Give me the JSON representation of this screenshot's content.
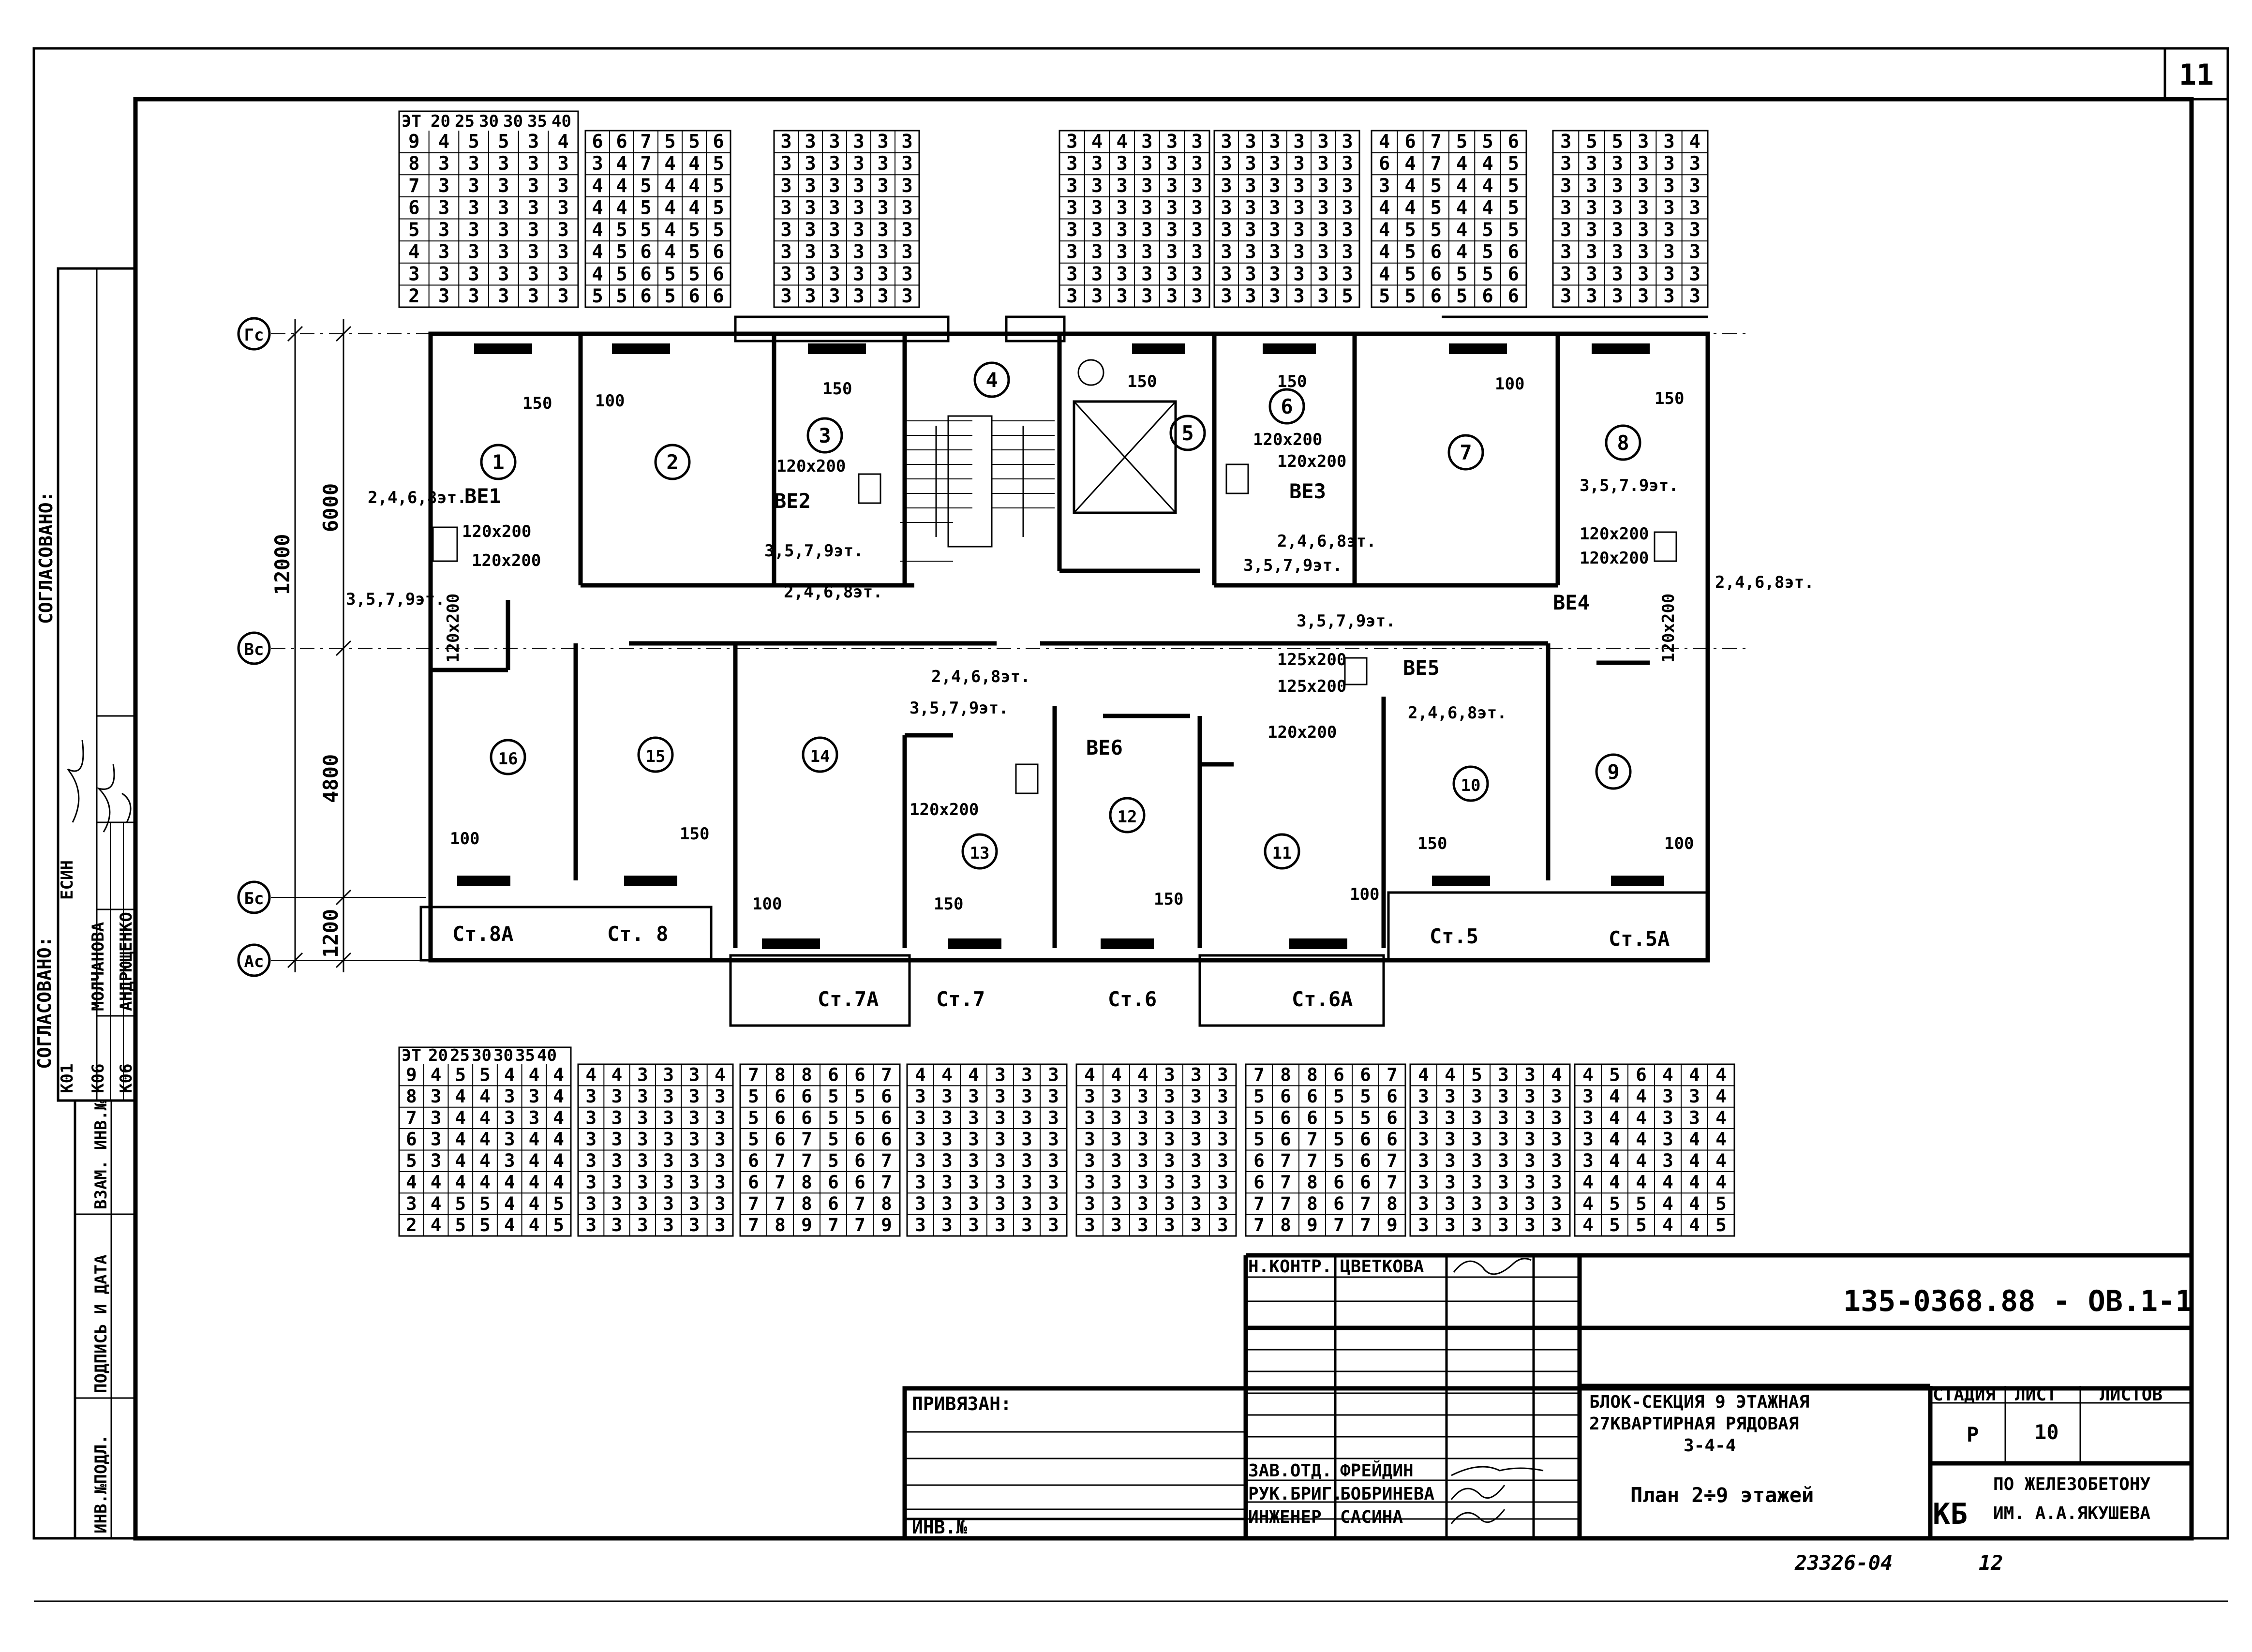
{
  "sheet_number": "11",
  "left_stamp": {
    "heading_1": "СОГЛАСОВАНО:",
    "heading_2": "СОГЛАСОВАНО:",
    "rows": [
      {
        "code": "К01",
        "name": "ЕСИН"
      },
      {
        "code": "К06",
        "name": "МОЛЧАНОВА"
      },
      {
        "code": "К06",
        "name": "АНДРЮЩЕНКО"
      }
    ],
    "fields": [
      "ВЗАМ. ИНВ.№",
      "ПОДПИСЬ И ДАТА",
      "ИНВ.№ПОДЛ."
    ]
  },
  "axes": {
    "labels": [
      "Гс",
      "Вс",
      "Бс",
      "Ас"
    ],
    "dims_outer": "12000",
    "dims_inner": [
      "6000",
      "4800",
      "1200"
    ]
  },
  "rooms": [
    "1",
    "2",
    "3",
    "4",
    "5",
    "6",
    "7",
    "8",
    "9",
    "10",
    "11",
    "12",
    "13",
    "14",
    "15",
    "16"
  ],
  "risers": {
    "top_dims": [
      "150",
      "100",
      "150",
      "150",
      "150",
      "100",
      "150"
    ],
    "bottom_dims": [
      "100",
      "150",
      "100",
      "150",
      "150",
      "100",
      "150",
      "100"
    ],
    "stoyaks": [
      "Ст.8А",
      "Ст. 8",
      "Ст.7А",
      "Ст.7",
      "Ст.6",
      "Ст.6А",
      "Ст.5",
      "Ст.5А"
    ]
  },
  "ventilation": {
    "units": [
      "ВЕ1",
      "ВЕ2",
      "ВЕ3",
      "ВЕ4",
      "ВЕ5",
      "ВЕ6"
    ],
    "floors_even": "2,4,6,8эт.",
    "floors_odd": "3,5,7,9эт.",
    "floors_odd_alt": "3,5,7.9эт.",
    "duct_size": "120х200",
    "duct_size_alt": "125х200"
  },
  "floor_tables": {
    "header": [
      "ЭТ",
      "20",
      "25",
      "30",
      "30",
      "35",
      "40"
    ],
    "top": [
      [
        [
          "9",
          "4",
          "5",
          "5",
          "3",
          "4"
        ],
        [
          "8",
          "3",
          "3",
          "3",
          "3",
          "3"
        ],
        [
          "7",
          "3",
          "3",
          "3",
          "3",
          "3"
        ],
        [
          "6",
          "3",
          "3",
          "3",
          "3",
          "3"
        ],
        [
          "5",
          "3",
          "3",
          "3",
          "3",
          "3"
        ],
        [
          "4",
          "3",
          "3",
          "3",
          "3",
          "3"
        ],
        [
          "3",
          "3",
          "3",
          "3",
          "3",
          "3"
        ],
        [
          "2",
          "3",
          "3",
          "3",
          "3",
          "3"
        ]
      ],
      [
        [
          "6",
          "6",
          "7",
          "5",
          "5",
          "6"
        ],
        [
          "3",
          "4",
          "7",
          "4",
          "4",
          "5"
        ],
        [
          "4",
          "4",
          "5",
          "4",
          "4",
          "5"
        ],
        [
          "4",
          "4",
          "5",
          "4",
          "4",
          "5"
        ],
        [
          "4",
          "5",
          "5",
          "4",
          "5",
          "5"
        ],
        [
          "4",
          "5",
          "6",
          "4",
          "5",
          "6"
        ],
        [
          "4",
          "5",
          "6",
          "5",
          "5",
          "6"
        ],
        [
          "5",
          "5",
          "6",
          "5",
          "6",
          "6"
        ]
      ],
      [
        [
          "3",
          "3",
          "3",
          "3",
          "3",
          "3"
        ],
        [
          "3",
          "3",
          "3",
          "3",
          "3",
          "3"
        ],
        [
          "3",
          "3",
          "3",
          "3",
          "3",
          "3"
        ],
        [
          "3",
          "3",
          "3",
          "3",
          "3",
          "3"
        ],
        [
          "3",
          "3",
          "3",
          "3",
          "3",
          "3"
        ],
        [
          "3",
          "3",
          "3",
          "3",
          "3",
          "3"
        ],
        [
          "3",
          "3",
          "3",
          "3",
          "3",
          "3"
        ],
        [
          "3",
          "3",
          "3",
          "3",
          "3",
          "3"
        ]
      ],
      [
        [
          "3",
          "4",
          "4",
          "3",
          "3",
          "3"
        ],
        [
          "3",
          "3",
          "3",
          "3",
          "3",
          "3"
        ],
        [
          "3",
          "3",
          "3",
          "3",
          "3",
          "3"
        ],
        [
          "3",
          "3",
          "3",
          "3",
          "3",
          "3"
        ],
        [
          "3",
          "3",
          "3",
          "3",
          "3",
          "3"
        ],
        [
          "3",
          "3",
          "3",
          "3",
          "3",
          "3"
        ],
        [
          "3",
          "3",
          "3",
          "3",
          "3",
          "3"
        ],
        [
          "3",
          "3",
          "3",
          "3",
          "3",
          "3"
        ]
      ],
      [
        [
          "3",
          "3",
          "3",
          "3",
          "3",
          "3"
        ],
        [
          "3",
          "3",
          "3",
          "3",
          "3",
          "3"
        ],
        [
          "3",
          "3",
          "3",
          "3",
          "3",
          "3"
        ],
        [
          "3",
          "3",
          "3",
          "3",
          "3",
          "3"
        ],
        [
          "3",
          "3",
          "3",
          "3",
          "3",
          "3"
        ],
        [
          "3",
          "3",
          "3",
          "3",
          "3",
          "3"
        ],
        [
          "3",
          "3",
          "3",
          "3",
          "3",
          "3"
        ],
        [
          "3",
          "3",
          "3",
          "3",
          "3",
          "5"
        ]
      ],
      [
        [
          "4",
          "6",
          "7",
          "5",
          "5",
          "6"
        ],
        [
          "6",
          "4",
          "7",
          "4",
          "4",
          "5"
        ],
        [
          "3",
          "4",
          "5",
          "4",
          "4",
          "5"
        ],
        [
          "4",
          "4",
          "5",
          "4",
          "4",
          "5"
        ],
        [
          "4",
          "5",
          "5",
          "4",
          "5",
          "5"
        ],
        [
          "4",
          "5",
          "6",
          "4",
          "5",
          "6"
        ],
        [
          "4",
          "5",
          "6",
          "5",
          "5",
          "6"
        ],
        [
          "5",
          "5",
          "6",
          "5",
          "6",
          "6"
        ]
      ],
      [
        [
          "3",
          "5",
          "5",
          "3",
          "3",
          "4"
        ],
        [
          "3",
          "3",
          "3",
          "3",
          "3",
          "3"
        ],
        [
          "3",
          "3",
          "3",
          "3",
          "3",
          "3"
        ],
        [
          "3",
          "3",
          "3",
          "3",
          "3",
          "3"
        ],
        [
          "3",
          "3",
          "3",
          "3",
          "3",
          "3"
        ],
        [
          "3",
          "3",
          "3",
          "3",
          "3",
          "3"
        ],
        [
          "3",
          "3",
          "3",
          "3",
          "3",
          "3"
        ],
        [
          "3",
          "3",
          "3",
          "3",
          "3",
          "3"
        ]
      ]
    ],
    "bottom": [
      [
        [
          "9",
          "4",
          "5",
          "5",
          "4",
          "4",
          "4"
        ],
        [
          "8",
          "3",
          "4",
          "4",
          "3",
          "3",
          "4"
        ],
        [
          "7",
          "3",
          "4",
          "4",
          "3",
          "3",
          "4"
        ],
        [
          "6",
          "3",
          "4",
          "4",
          "3",
          "4",
          "4"
        ],
        [
          "5",
          "3",
          "4",
          "4",
          "3",
          "4",
          "4"
        ],
        [
          "4",
          "4",
          "4",
          "4",
          "4",
          "4",
          "4"
        ],
        [
          "3",
          "4",
          "5",
          "5",
          "4",
          "4",
          "5"
        ],
        [
          "2",
          "4",
          "5",
          "5",
          "4",
          "4",
          "5"
        ]
      ],
      [
        [
          "4",
          "4",
          "3",
          "3",
          "3",
          "4"
        ],
        [
          "3",
          "3",
          "3",
          "3",
          "3",
          "3"
        ],
        [
          "3",
          "3",
          "3",
          "3",
          "3",
          "3"
        ],
        [
          "3",
          "3",
          "3",
          "3",
          "3",
          "3"
        ],
        [
          "3",
          "3",
          "3",
          "3",
          "3",
          "3"
        ],
        [
          "3",
          "3",
          "3",
          "3",
          "3",
          "3"
        ],
        [
          "3",
          "3",
          "3",
          "3",
          "3",
          "3"
        ],
        [
          "3",
          "3",
          "3",
          "3",
          "3",
          "3"
        ]
      ],
      [
        [
          "7",
          "8",
          "8",
          "6",
          "6",
          "7"
        ],
        [
          "5",
          "6",
          "6",
          "5",
          "5",
          "6"
        ],
        [
          "5",
          "6",
          "6",
          "5",
          "5",
          "6"
        ],
        [
          "5",
          "6",
          "7",
          "5",
          "6",
          "6"
        ],
        [
          "6",
          "7",
          "7",
          "5",
          "6",
          "7"
        ],
        [
          "6",
          "7",
          "8",
          "6",
          "6",
          "7"
        ],
        [
          "7",
          "7",
          "8",
          "6",
          "7",
          "8"
        ],
        [
          "7",
          "8",
          "9",
          "7",
          "7",
          "9"
        ]
      ],
      [
        [
          "4",
          "4",
          "4",
          "3",
          "3",
          "3"
        ],
        [
          "3",
          "3",
          "3",
          "3",
          "3",
          "3"
        ],
        [
          "3",
          "3",
          "3",
          "3",
          "3",
          "3"
        ],
        [
          "3",
          "3",
          "3",
          "3",
          "3",
          "3"
        ],
        [
          "3",
          "3",
          "3",
          "3",
          "3",
          "3"
        ],
        [
          "3",
          "3",
          "3",
          "3",
          "3",
          "3"
        ],
        [
          "3",
          "3",
          "3",
          "3",
          "3",
          "3"
        ],
        [
          "3",
          "3",
          "3",
          "3",
          "3",
          "3"
        ]
      ],
      [
        [
          "4",
          "4",
          "4",
          "3",
          "3",
          "3"
        ],
        [
          "3",
          "3",
          "3",
          "3",
          "3",
          "3"
        ],
        [
          "3",
          "3",
          "3",
          "3",
          "3",
          "3"
        ],
        [
          "3",
          "3",
          "3",
          "3",
          "3",
          "3"
        ],
        [
          "3",
          "3",
          "3",
          "3",
          "3",
          "3"
        ],
        [
          "3",
          "3",
          "3",
          "3",
          "3",
          "3"
        ],
        [
          "3",
          "3",
          "3",
          "3",
          "3",
          "3"
        ],
        [
          "3",
          "3",
          "3",
          "3",
          "3",
          "3"
        ]
      ],
      [
        [
          "7",
          "8",
          "8",
          "6",
          "6",
          "7"
        ],
        [
          "5",
          "6",
          "6",
          "5",
          "5",
          "6"
        ],
        [
          "5",
          "6",
          "6",
          "5",
          "5",
          "6"
        ],
        [
          "5",
          "6",
          "7",
          "5",
          "6",
          "6"
        ],
        [
          "6",
          "7",
          "7",
          "5",
          "6",
          "7"
        ],
        [
          "6",
          "7",
          "8",
          "6",
          "6",
          "7"
        ],
        [
          "7",
          "7",
          "8",
          "6",
          "7",
          "8"
        ],
        [
          "7",
          "8",
          "9",
          "7",
          "7",
          "9"
        ]
      ],
      [
        [
          "4",
          "4",
          "5",
          "3",
          "3",
          "4"
        ],
        [
          "3",
          "3",
          "3",
          "3",
          "3",
          "3"
        ],
        [
          "3",
          "3",
          "3",
          "3",
          "3",
          "3"
        ],
        [
          "3",
          "3",
          "3",
          "3",
          "3",
          "3"
        ],
        [
          "3",
          "3",
          "3",
          "3",
          "3",
          "3"
        ],
        [
          "3",
          "3",
          "3",
          "3",
          "3",
          "3"
        ],
        [
          "3",
          "3",
          "3",
          "3",
          "3",
          "3"
        ],
        [
          "3",
          "3",
          "3",
          "3",
          "3",
          "3"
        ]
      ],
      [
        [
          "4",
          "5",
          "6",
          "4",
          "4",
          "4"
        ],
        [
          "3",
          "4",
          "4",
          "3",
          "3",
          "4"
        ],
        [
          "3",
          "4",
          "4",
          "3",
          "3",
          "4"
        ],
        [
          "3",
          "4",
          "4",
          "3",
          "4",
          "4"
        ],
        [
          "3",
          "4",
          "4",
          "3",
          "4",
          "4"
        ],
        [
          "4",
          "4",
          "4",
          "4",
          "4",
          "4"
        ],
        [
          "4",
          "5",
          "5",
          "4",
          "4",
          "5"
        ],
        [
          "4",
          "5",
          "5",
          "4",
          "4",
          "5"
        ]
      ]
    ]
  },
  "title_block": {
    "doc_code": "135-0368.88 - ОВ.1-1",
    "privyazan": "ПРИВЯЗАН:",
    "inv_no": "ИНВ.№",
    "n_kontr_role": "Н.КОНТР.",
    "n_kontr_name": "ЦВЕТКОВА",
    "roles": [
      {
        "role": "ЗАВ.ОТД.",
        "name": "ФРЕЙДИН"
      },
      {
        "role": "РУК.БРИГ.",
        "name": "БОБРИНЕВА"
      },
      {
        "role": "ИНЖЕНЕР",
        "name": "САСИНА"
      }
    ],
    "object_line1": "БЛОК-СЕКЦИЯ 9 ЭТАЖНАЯ",
    "object_line2": "27КВАРТИРНАЯ РЯДОВАЯ",
    "object_line3": "3-4-4",
    "sheet_title": "План 2÷9 этажей",
    "stage_label": "СТАДИЯ",
    "sheet_label": "ЛИСТ",
    "sheets_label": "ЛИСТОВ",
    "stage": "Р",
    "sheet": "10",
    "org_abbr": "КБ",
    "org_line1": "ПО ЖЕЛЕЗОБЕТОНУ",
    "org_line2": "ИМ. А.А.ЯКУШЕВА"
  },
  "archive_number": "23326-04",
  "archive_page": "12"
}
